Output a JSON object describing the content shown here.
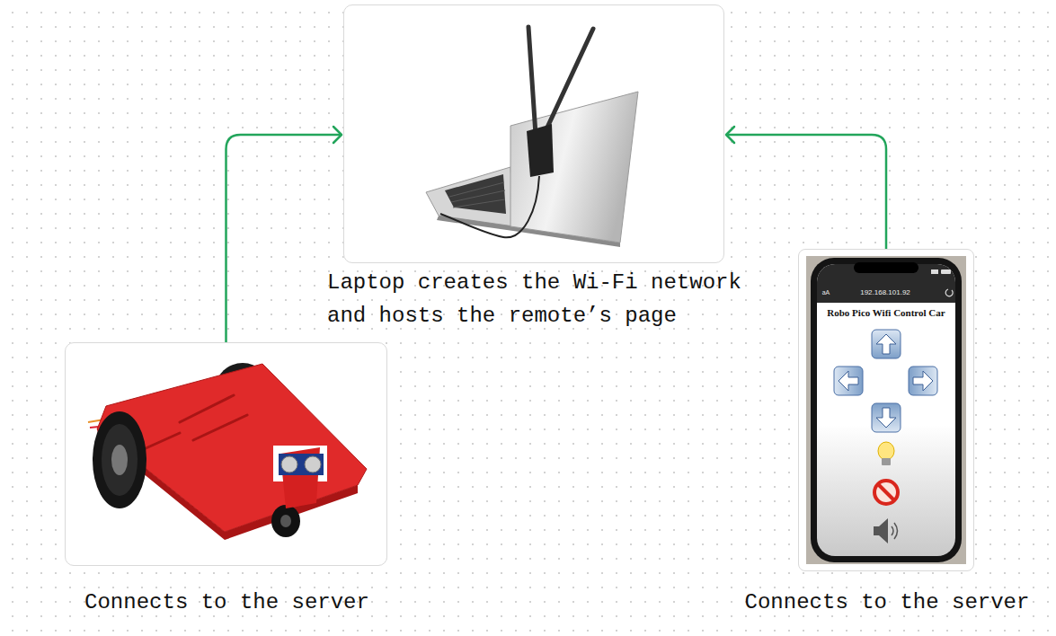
{
  "diagram": {
    "nodes": [
      {
        "text": [
          "Laptop creates the Wi-Fi network and hosts the remote’s page"
        ]
      },
      {
        "text": [
          "Connects to the server"
        ]
      },
      {
        "text": [
          "Connects to the server"
        ]
      }
    ],
    "edges": [
      {
        "from": 1,
        "to": 0,
        "arrow": "to"
      },
      {
        "from": 2,
        "to": 0,
        "arrow": "to"
      }
    ],
    "labels": [
      "aA",
      "192.168.101.92",
      "Robo Pico Wifi Control Car"
    ]
  }
}
